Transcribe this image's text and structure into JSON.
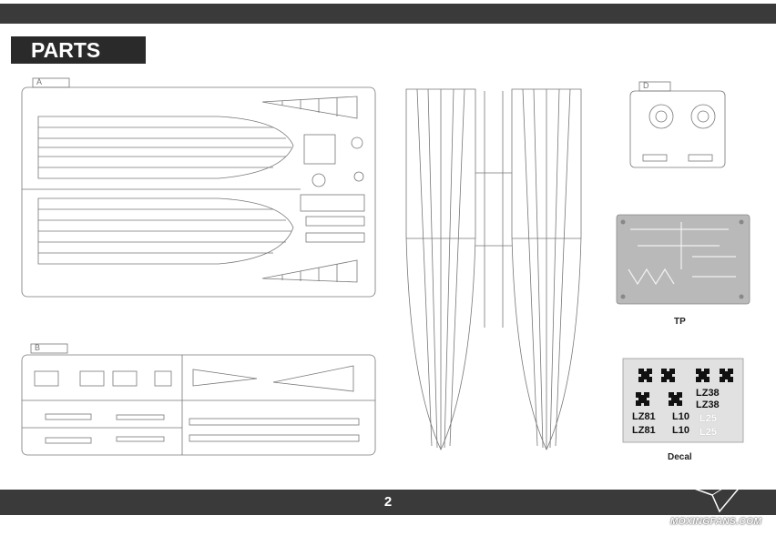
{
  "header": {
    "title": "PARTS"
  },
  "sprues": {
    "a": "A",
    "b": "B",
    "d": "D"
  },
  "labels": {
    "tp": "TP",
    "decal": "Decal"
  },
  "decal_text": [
    "LZ38",
    "LZ38",
    "LZ81",
    "LZ81",
    "L10",
    "L10",
    "L25",
    "L25"
  ],
  "footer": {
    "page_number": "2"
  },
  "watermark": "MOXINGFANS.COM"
}
